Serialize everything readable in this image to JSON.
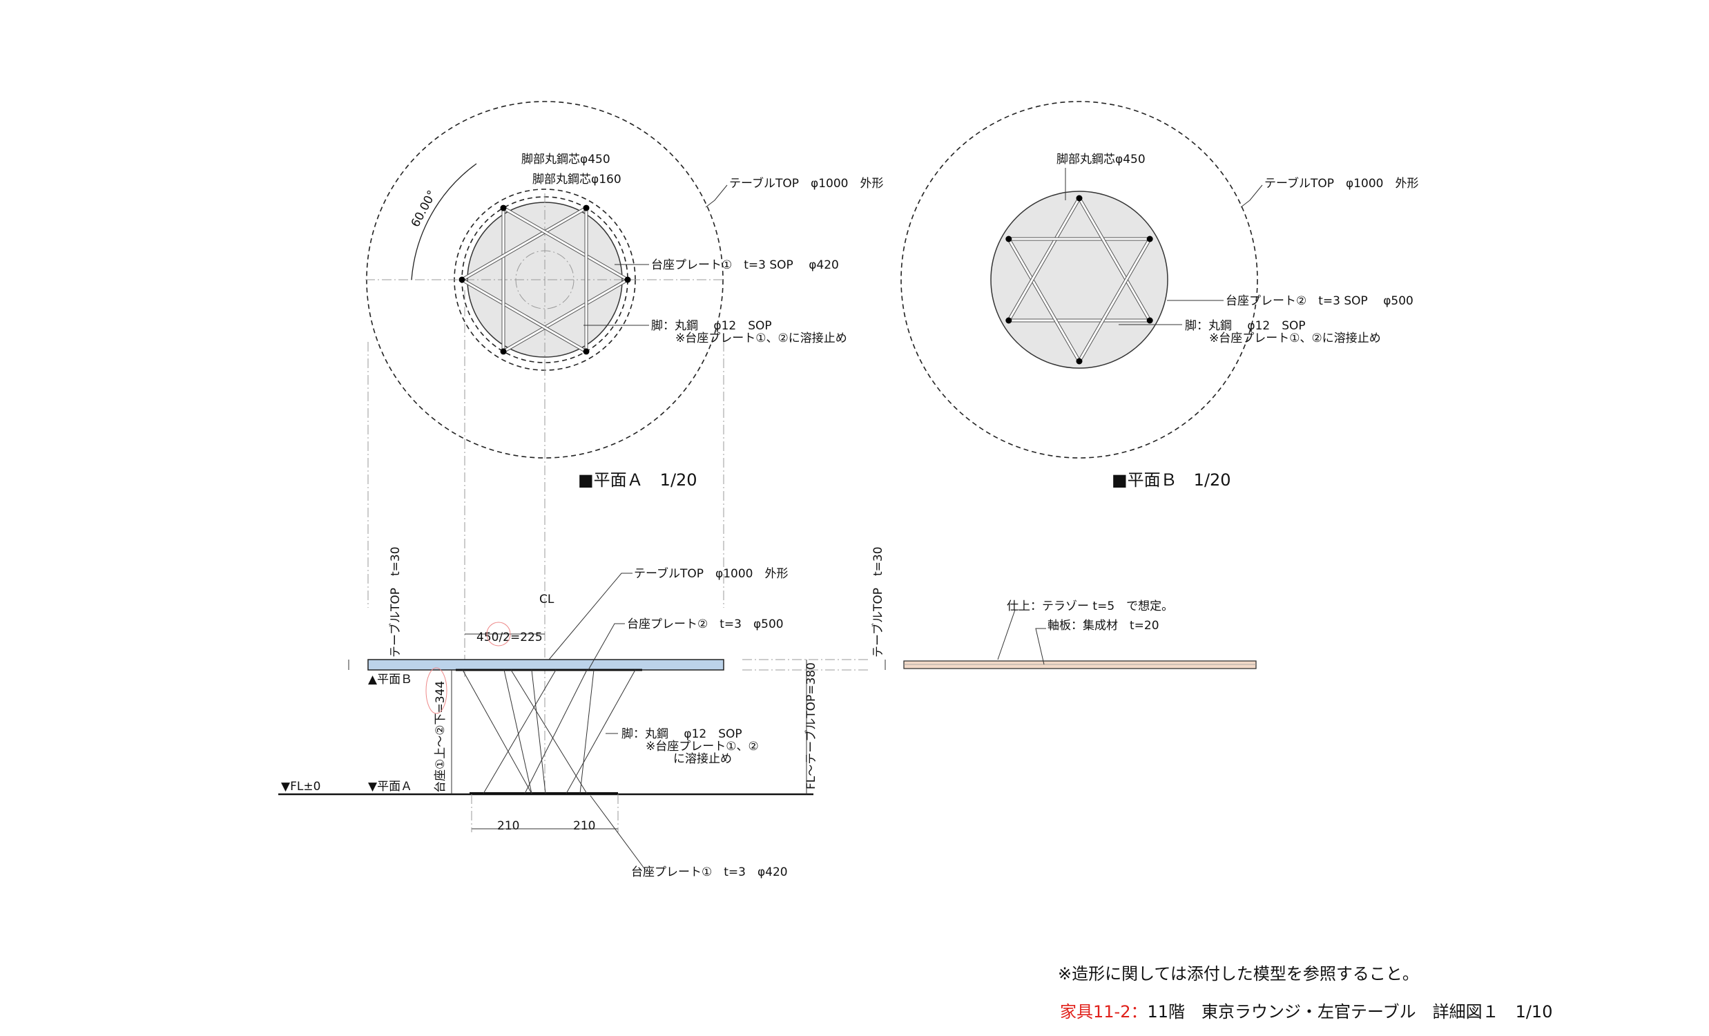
{
  "plan_a": {
    "title": "■平面Ａ　1/20",
    "leg_core_450": "脚部丸鋼芯φ450",
    "leg_core_160": "脚部丸鋼芯φ160",
    "table_top": "テーブルTOP　φ1000　外形",
    "base_plate": "台座プレート①　t=3  SOP　 φ420",
    "leg": "脚：丸鋼　 φ12　SOP",
    "leg_note": "※台座プレート①、②に溶接止め",
    "angle": "60.00°"
  },
  "plan_b": {
    "title": "■平面Ｂ　1/20",
    "leg_core_450": "脚部丸鋼芯φ450",
    "table_top": "テーブルTOP　φ1000　外形",
    "base_plate": "台座プレート②　t=3  SOP　 φ500",
    "leg": "脚：丸鋼　 φ12　SOP",
    "leg_note": "※台座プレート①、②に溶接止め"
  },
  "elevation": {
    "table_top": "テーブルTOP　φ1000　外形",
    "cl": "CL",
    "half_dim": "450/2=225",
    "base_plate_2": "台座プレート②　t=3　φ500",
    "top_thickness": "テーブルTOP　t=30",
    "level_b": "▲平面Ｂ",
    "level_a": "▼平面Ａ",
    "fl": "▼FL±0",
    "height_plates": "台座①上～②下=344",
    "height_total": "FL～テーブルTOP=380",
    "leg": "脚：丸鋼　 φ12　SOP",
    "leg_note1": "※台座プレート①、②",
    "leg_note2": "に溶接止め",
    "dim_left": "210",
    "dim_right": "210",
    "base_plate_1": "台座プレート①　t=3　φ420"
  },
  "section": {
    "top_thickness": "テーブルTOP　t=30",
    "finish": "仕上：テラゾー t=5　で想定。",
    "core": "軸板：集成材　t=20"
  },
  "footer": {
    "note": "※造形に関しては添付した模型を参照すること。",
    "code": "家具11-2：",
    "title": "11階　東京ラウンジ・左官テーブル　詳細図１　1/10",
    "code_color": "#e0201a"
  }
}
